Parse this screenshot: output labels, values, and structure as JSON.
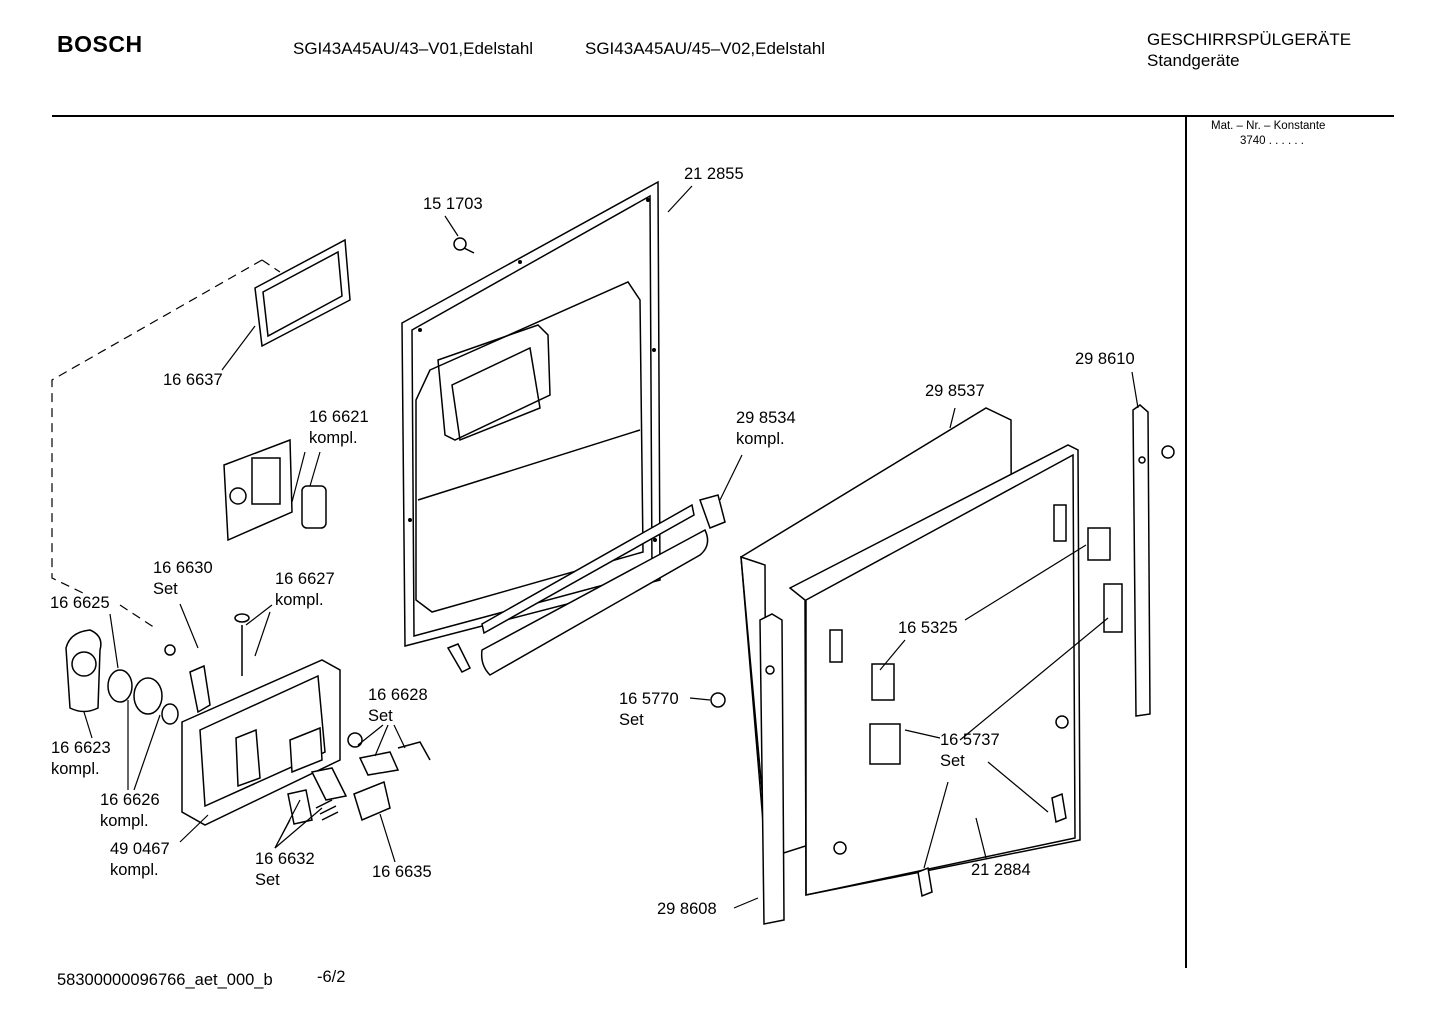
{
  "header": {
    "brand": "BOSCH",
    "model_1": "SGI43A45AU/43–V01,Edelstahl",
    "model_2": "SGI43A45AU/45–V02,Edelstahl",
    "category": "GESCHIRRSPÜLGERÄTE",
    "subcategory": "Standgeräte"
  },
  "side_panel": {
    "heading": "Mat. – Nr. – Konstante",
    "value": "3740 . . . . . ."
  },
  "parts": [
    {
      "id": "p-212855",
      "text": "21 2855"
    },
    {
      "id": "p-151703",
      "text": "15 1703"
    },
    {
      "id": "p-166637",
      "text": "16 6637"
    },
    {
      "id": "p-166621",
      "text": "16 6621\nkompl."
    },
    {
      "id": "p-298534",
      "text": "29 8534\nkompl."
    },
    {
      "id": "p-298537",
      "text": "29 8537"
    },
    {
      "id": "p-298610",
      "text": "29 8610"
    },
    {
      "id": "p-166630",
      "text": "16 6630\nSet"
    },
    {
      "id": "p-166627",
      "text": "16 6627\nkompl."
    },
    {
      "id": "p-166625",
      "text": "16 6625"
    },
    {
      "id": "p-165325",
      "text": "16 5325"
    },
    {
      "id": "p-166628",
      "text": "16 6628\nSet"
    },
    {
      "id": "p-165770",
      "text": "16 5770\nSet"
    },
    {
      "id": "p-166623",
      "text": "16 6623\nkompl."
    },
    {
      "id": "p-165737",
      "text": "16 5737\nSet"
    },
    {
      "id": "p-166626",
      "text": "16 6626\nkompl."
    },
    {
      "id": "p-490467",
      "text": "49 0467\nkompl."
    },
    {
      "id": "p-166632",
      "text": "16 6632\nSet"
    },
    {
      "id": "p-166635",
      "text": "16 6635"
    },
    {
      "id": "p-212884",
      "text": "21 2884"
    },
    {
      "id": "p-298608",
      "text": "29 8608"
    }
  ],
  "footer": {
    "doc_id": "58300000096766_aet_000_b",
    "page": "-6/2"
  }
}
